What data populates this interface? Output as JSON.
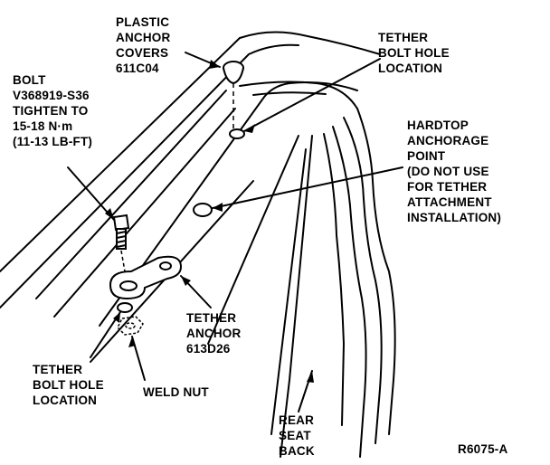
{
  "labels": {
    "plastic_anchor_covers": [
      "PLASTIC",
      "ANCHOR",
      "COVERS",
      "611C04"
    ],
    "tether_bolt_hole_top": [
      "TETHER",
      "BOLT HOLE",
      "LOCATION"
    ],
    "bolt": [
      "BOLT",
      "V368919-S36",
      "TIGHTEN TO",
      "15-18 N·m",
      "(11-13 LB-FT)"
    ],
    "hardtop_anchorage_point": [
      "HARDTOP",
      "ANCHORAGE",
      "POINT",
      "(DO NOT USE",
      "FOR TETHER",
      "ATTACHMENT",
      "INSTALLATION)"
    ],
    "tether_anchor": [
      "TETHER",
      "ANCHOR",
      "613D26"
    ],
    "tether_bolt_hole_bottom": [
      "TETHER",
      "BOLT HOLE",
      "LOCATION"
    ],
    "weld_nut": [
      "WELD NUT"
    ],
    "rear_seat_back": [
      "REAR",
      "SEAT",
      "BACK"
    ],
    "figure_code": "R6075-A"
  }
}
